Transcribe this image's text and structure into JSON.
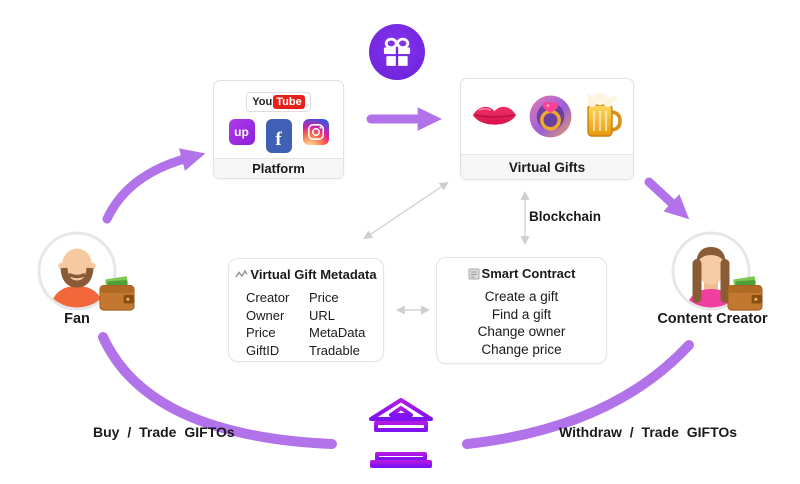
{
  "gift_badge": {
    "icon": "gift"
  },
  "platform": {
    "label": "Platform",
    "youtube": {
      "you": "You",
      "tube": "Tube"
    },
    "uplive_text": "up",
    "facebook_letter": "f"
  },
  "virtual_gifts": {
    "label": "Virtual Gifts",
    "gift_icons": [
      "kiss-lips",
      "diamond-ring",
      "beer-mug"
    ]
  },
  "blockchain": {
    "label": "Blockchain"
  },
  "metadata": {
    "title": "Virtual Gift Metadata",
    "col1": [
      "Creator",
      "Owner",
      "Price",
      "GiftID"
    ],
    "col2": [
      "Price",
      "URL",
      "MetaData",
      "Tradable"
    ]
  },
  "smart_contract": {
    "title": "Smart Contract",
    "items": [
      "Create a gift",
      "Find a gift",
      "Change owner",
      "Change price"
    ]
  },
  "fan": {
    "label": "Fan"
  },
  "content_creator": {
    "label": "Content Creator"
  },
  "flows": {
    "buy_label": "Buy / Trade GIFTOs",
    "withdraw_label": "Withdraw / Trade GIFTOs"
  },
  "colors": {
    "arrow_purple": "#b273ea",
    "gray_arrow": "#cccccc",
    "gift_badge_purple": "#7226dd",
    "bank_gradient_top": "#b11ae2",
    "bank_gradient_bottom": "#7d12f2",
    "youtube_red": "#e62117",
    "facebook_blue": "#4060b5"
  }
}
